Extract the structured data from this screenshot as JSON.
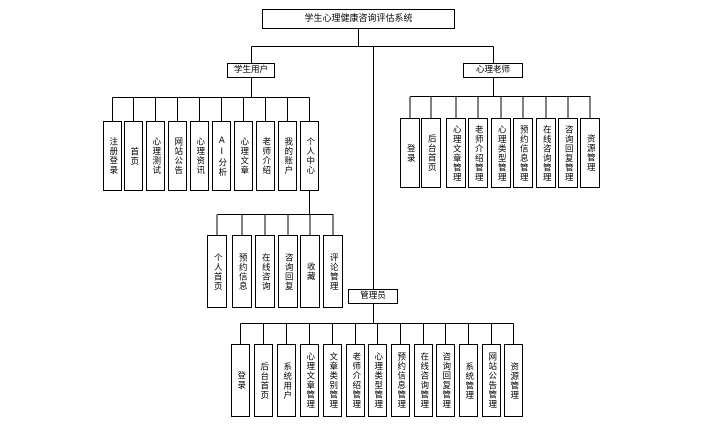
{
  "diagram": {
    "root": "学生心理健康咨询评估系统",
    "student": {
      "label": "学生用户",
      "modules": [
        "注册登录",
        "首页",
        "心理测试",
        "网站公告",
        "心理资讯",
        "AI分析",
        "心理文章",
        "老师介绍",
        "我的账户",
        "个人中心"
      ]
    },
    "personal_center": {
      "items": [
        "个人首页",
        "预约信息",
        "在线咨询",
        "咨询回复",
        "收藏",
        "评论管理"
      ]
    },
    "teacher": {
      "label": "心理老师",
      "modules": [
        "登录",
        "后台首页",
        "心理文章管理",
        "老师介绍管理",
        "心理类型管理",
        "预约信息管理",
        "在线咨询管理",
        "咨询回复管理",
        "资源管理"
      ]
    },
    "admin": {
      "label": "管理员",
      "modules": [
        "登录",
        "后台首页",
        "系统用户",
        "心理文章管理",
        "文章类别管理",
        "老师介绍管理",
        "心理类型管理",
        "预约信息管理",
        "在线咨询管理",
        "咨询回复管理",
        "系统管理",
        "网站公告管理",
        "资源管理"
      ]
    }
  }
}
